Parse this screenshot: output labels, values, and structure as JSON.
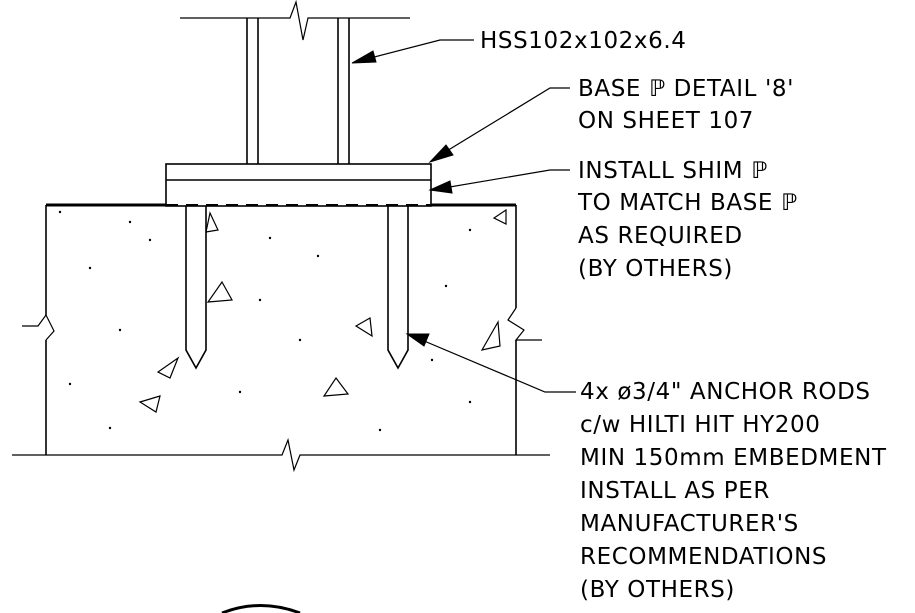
{
  "drawing": {
    "notes": {
      "hss": [
        "HSS102x102x6.4"
      ],
      "base_plate": [
        "BASE ℙ DETAIL '8'",
        "ON SHEET 107"
      ],
      "shim": [
        "INSTALL SHIM ℙ",
        "TO MATCH BASE ℙ",
        "AS REQUIRED",
        "(BY OTHERS)"
      ],
      "anchor": [
        "4x ø3/4\" ANCHOR RODS",
        "c/w HILTI HIT HY200",
        "MIN 150mm EMBEDMENT",
        "INSTALL AS PER",
        "MANUFACTURER'S",
        "RECOMMENDATIONS",
        "(BY OTHERS)"
      ]
    },
    "colors": {
      "line": "#000000",
      "background": "#ffffff"
    }
  }
}
